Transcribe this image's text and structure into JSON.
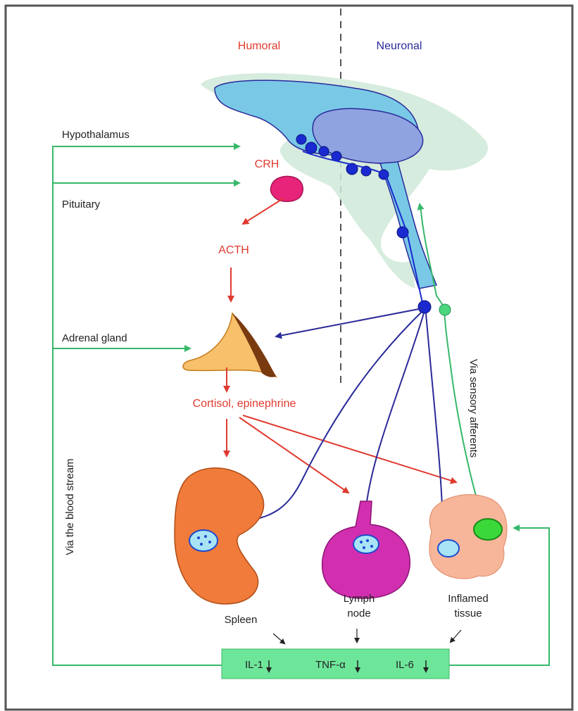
{
  "header": {
    "humoral": "Humoral",
    "neuronal": "Neuronal"
  },
  "left_labels": {
    "hypothalamus": "Hypothalamus",
    "pituitary": "Pituitary",
    "adrenal_gland": "Adrenal gland",
    "blood_stream": "Via the blood stream"
  },
  "right_labels": {
    "sensory_afferents": "Via sensory afferents"
  },
  "hormones": {
    "crh": "CRH",
    "acth": "ACTH",
    "cortisol": "Cortisol, epinephrine"
  },
  "organs": {
    "spleen": "Spleen",
    "lymph_line1": "Lymph",
    "lymph_line2": "node",
    "inflamed_line1": "Inflamed",
    "inflamed_line2": "tissue"
  },
  "cytokines": {
    "il1": "IL-1",
    "tnf": "TNF-α",
    "il6": "IL-6"
  },
  "colors": {
    "humoral": "#e03a2f",
    "neuronal": "#2a2a9a",
    "sensory": "#36b86a",
    "cytokine_box": "#6ee69a"
  }
}
